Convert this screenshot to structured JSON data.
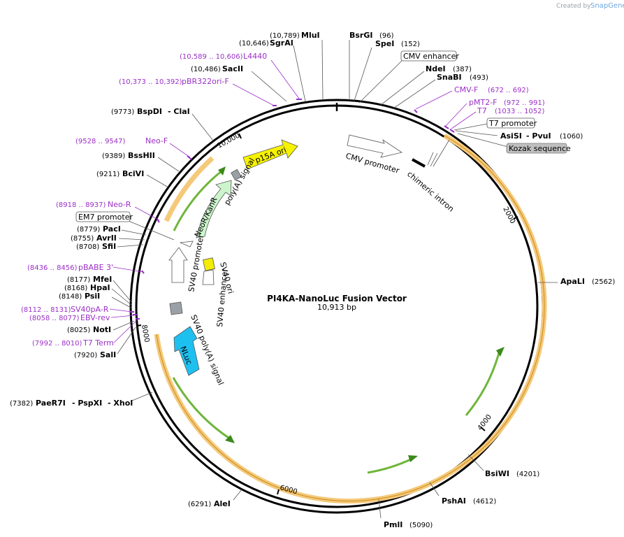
{
  "brand": {
    "created_by": "Created by",
    "name": "SnapGene"
  },
  "map_title": "PI4KA-NanoLuc Fusion Vector",
  "map_size": "10,913 bp",
  "ticks": [
    "10,000",
    "2000",
    "4000",
    "6000",
    "8000"
  ],
  "enzymes": [
    {
      "key": "mlui",
      "name": "MluI",
      "pos": "(10,789)"
    },
    {
      "key": "bsrgi",
      "name": "BsrGI",
      "pos": "(96)"
    },
    {
      "key": "sgrai",
      "name": "SgrAI",
      "pos": "(10,646)"
    },
    {
      "key": "spei",
      "name": "SpeI",
      "pos": "(152)"
    },
    {
      "key": "sacii",
      "name": "SacII",
      "pos": "(10,486)"
    },
    {
      "key": "ndei",
      "name": "NdeI",
      "pos": "(387)"
    },
    {
      "key": "snabi",
      "name": "SnaBI",
      "pos": "(493)"
    },
    {
      "key": "bspdi",
      "name": "BspDI",
      "name2": "- ClaI",
      "pos": "(9773)"
    },
    {
      "key": "asisi",
      "name": "AsiSI",
      "name2": "- PvuI",
      "pos": "(1060)"
    },
    {
      "key": "bsshii",
      "name": "BssHII",
      "pos": "(9389)"
    },
    {
      "key": "bcivi",
      "name": "BciVI",
      "pos": "(9211)"
    },
    {
      "key": "paci",
      "name": "PacI",
      "pos": "(8779)"
    },
    {
      "key": "avrii",
      "name": "AvrII",
      "pos": "(8755)"
    },
    {
      "key": "sfii",
      "name": "SfiI",
      "pos": "(8708)"
    },
    {
      "key": "apali",
      "name": "ApaLI",
      "pos": "(2562)"
    },
    {
      "key": "mfei",
      "name": "MfeI",
      "pos": "(8177)"
    },
    {
      "key": "hpai",
      "name": "HpaI",
      "pos": "(8168)"
    },
    {
      "key": "psti",
      "name": "PsiI",
      "pos": "(8148)"
    },
    {
      "key": "noti",
      "name": "NotI",
      "pos": "(8025)"
    },
    {
      "key": "sali",
      "name": "SalI",
      "pos": "(7920)"
    },
    {
      "key": "paer7i",
      "name": "PaeR7I",
      "name2": "- PspXI",
      "name3": "- XhoI",
      "pos": "(7382)"
    },
    {
      "key": "bsiwi",
      "name": "BsiWI",
      "pos": "(4201)"
    },
    {
      "key": "pshai",
      "name": "PshAI",
      "pos": "(4612)"
    },
    {
      "key": "plmi",
      "name": "PmlI",
      "pos": "(5090)"
    },
    {
      "key": "alei",
      "name": "AleI",
      "pos": "(6291)"
    }
  ],
  "primers": [
    {
      "key": "l4440",
      "name": "L4440",
      "pos": "(10,589 .. 10,606)"
    },
    {
      "key": "pbr322",
      "name": "pBR322ori-F",
      "pos": "(10,373 .. 10,392)"
    },
    {
      "key": "cmvf",
      "name": "CMV-F",
      "pos": "(672 .. 692)"
    },
    {
      "key": "pmt2f",
      "name": "pMT2-F",
      "pos": "(972 .. 991)"
    },
    {
      "key": "t7",
      "name": "T7",
      "pos": "(1033 .. 1052)"
    },
    {
      "key": "neof",
      "name": "Neo-F",
      "pos": "(9528 .. 9547)"
    },
    {
      "key": "neor",
      "name": "Neo-R",
      "pos": "(8918 .. 8937)"
    },
    {
      "key": "pbabe3",
      "name": "pBABE 3'",
      "pos": "(8436 .. 8456)"
    },
    {
      "key": "sv40par",
      "name": "SV40pA-R",
      "pos": "(8112 .. 8131)"
    },
    {
      "key": "ebvrev",
      "name": "EBV-rev",
      "pos": "(8058 .. 8077)"
    },
    {
      "key": "t7term",
      "name": "T7 Term",
      "pos": "(7992 .. 8010)"
    }
  ],
  "boxed_labels": {
    "cmv_enhancer": "CMV enhancer",
    "t7_promoter": "T7 promoter",
    "kozak": "Kozak sequence",
    "em7": "EM7 promoter"
  },
  "features": {
    "cmv_promoter": "CMV promoter",
    "chimeric_intron": "chimeric intron",
    "p15a_ori": "p15A ori",
    "polya": "poly(A) signal",
    "neor": "NeoR/KanR",
    "sv40_promoter": "SV40 promoter",
    "sv40_ori": "SV40 ori",
    "sv40_enhancer": "SV40 enhancer",
    "sv40_polya": "SV40 poly(A) signal",
    "nluc": "NLuc"
  },
  "colors": {
    "backbone": "#000000",
    "primer": "#9b2fc7",
    "orf_highlight": "#f5c97a",
    "orf_arrow": "#6fb53a",
    "p15a": "#f6f200",
    "neor": "#ccf5cc",
    "nluc": "#1ec0f0",
    "sv40_ori": "#f4ec00",
    "polya": "#9aa0a6",
    "kozak": "#c0c0c0"
  }
}
